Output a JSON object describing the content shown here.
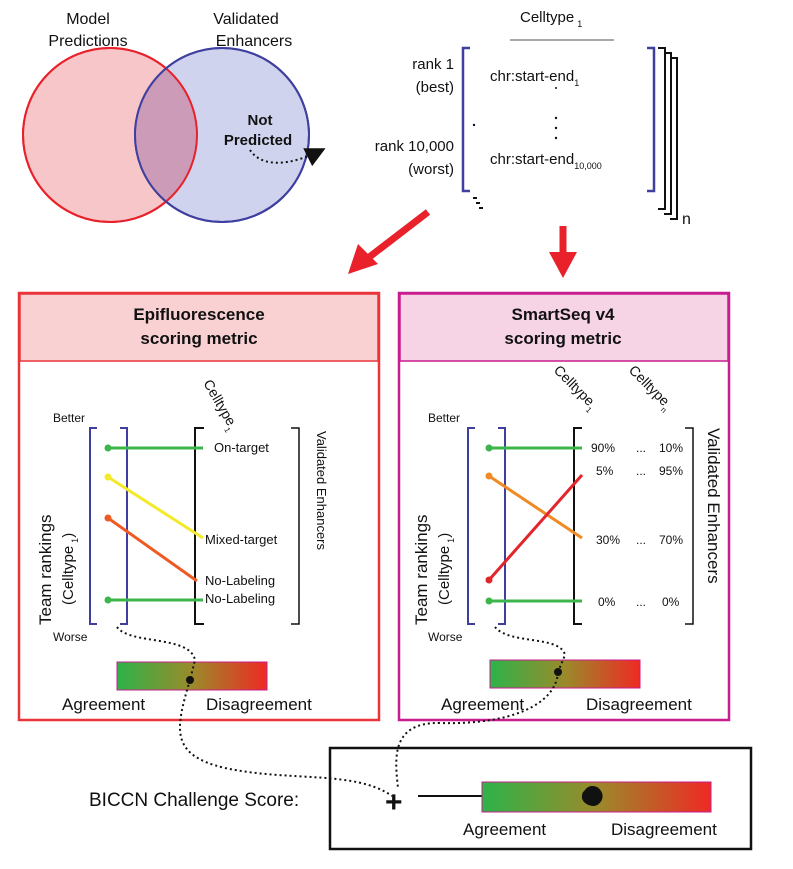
{
  "venn": {
    "left_label_1": "Model",
    "left_label_2": "Predictions",
    "right_label_1": "Validated",
    "right_label_2": "Enhancers",
    "not_predicted_1": "Not",
    "not_predicted_2": "Predicted",
    "colors": {
      "left_stroke": "#e8212b",
      "left_fill": "#f7c6c9",
      "right_stroke": "#3e3f9f",
      "right_fill": "#cfd3ee",
      "overlap_fill": "#cc9bb8"
    }
  },
  "ranking": {
    "header": "Celltype",
    "header_sub": "1",
    "rank1_line1": "rank 1",
    "rank1_line2": "(best)",
    "rank_last_line1": "rank 10,000",
    "rank_last_line2": "(worst)",
    "entry_first": "chr:start-end",
    "entry_first_sub": "1",
    "entry_last": "chr:start-end",
    "entry_last_sub": "10,000",
    "stack_label": "n",
    "bracket_color": "#3e3f9f"
  },
  "epi_panel": {
    "title_line1": "Epifluorescence",
    "title_line2": "scoring metric",
    "column_header": "Celltype",
    "column_header_sub": "1",
    "better": "Better",
    "worse": "Worse",
    "axis_label": "Team rankings",
    "axis_sub_label": "(Celltype",
    "axis_sub_index": "1",
    "right_axis_label": "Validated Enhancers",
    "categories": [
      "On-target",
      "Mixed-target",
      "No-Labeling",
      "No-Labeling"
    ],
    "agreement": "Agreement",
    "disagreement": "Disagreement",
    "colors": {
      "border": "#e8343a",
      "header_bg": "#f9d1d2"
    }
  },
  "smart_panel": {
    "title_line1": "SmartSeq v4",
    "title_line2": "scoring metric",
    "col1_header": "Celltype",
    "col1_sub": "1",
    "col2_header": "Celltype",
    "col2_sub": "n",
    "better": "Better",
    "worse": "Worse",
    "axis_label": "Team rankings",
    "axis_sub_label": "(Celltype",
    "axis_sub_index": "1",
    "right_axis_label": "Validated Enhancers",
    "rows": [
      {
        "col1": "90%",
        "dots": "...",
        "coln": "10%"
      },
      {
        "col1": "5%",
        "dots": "...",
        "coln": "95%"
      },
      {
        "col1": "30%",
        "dots": "...",
        "coln": "70%"
      },
      {
        "col1": "0%",
        "dots": "...",
        "coln": "0%"
      }
    ],
    "agreement": "Agreement",
    "disagreement": "Disagreement",
    "colors": {
      "border": "#c81d8f",
      "header_bg": "#f7d3e6"
    }
  },
  "score_box": {
    "label": "BICCN Challenge Score:",
    "plus": "+",
    "agreement": "Agreement",
    "disagreement": "Disagreement"
  },
  "line_colors": {
    "green": "#3cb54a",
    "yellow": "#f2ea2a",
    "orange": "#f08a24",
    "red_orange": "#ee5a24",
    "red": "#e2242b",
    "arrow_red": "#e8212b"
  }
}
